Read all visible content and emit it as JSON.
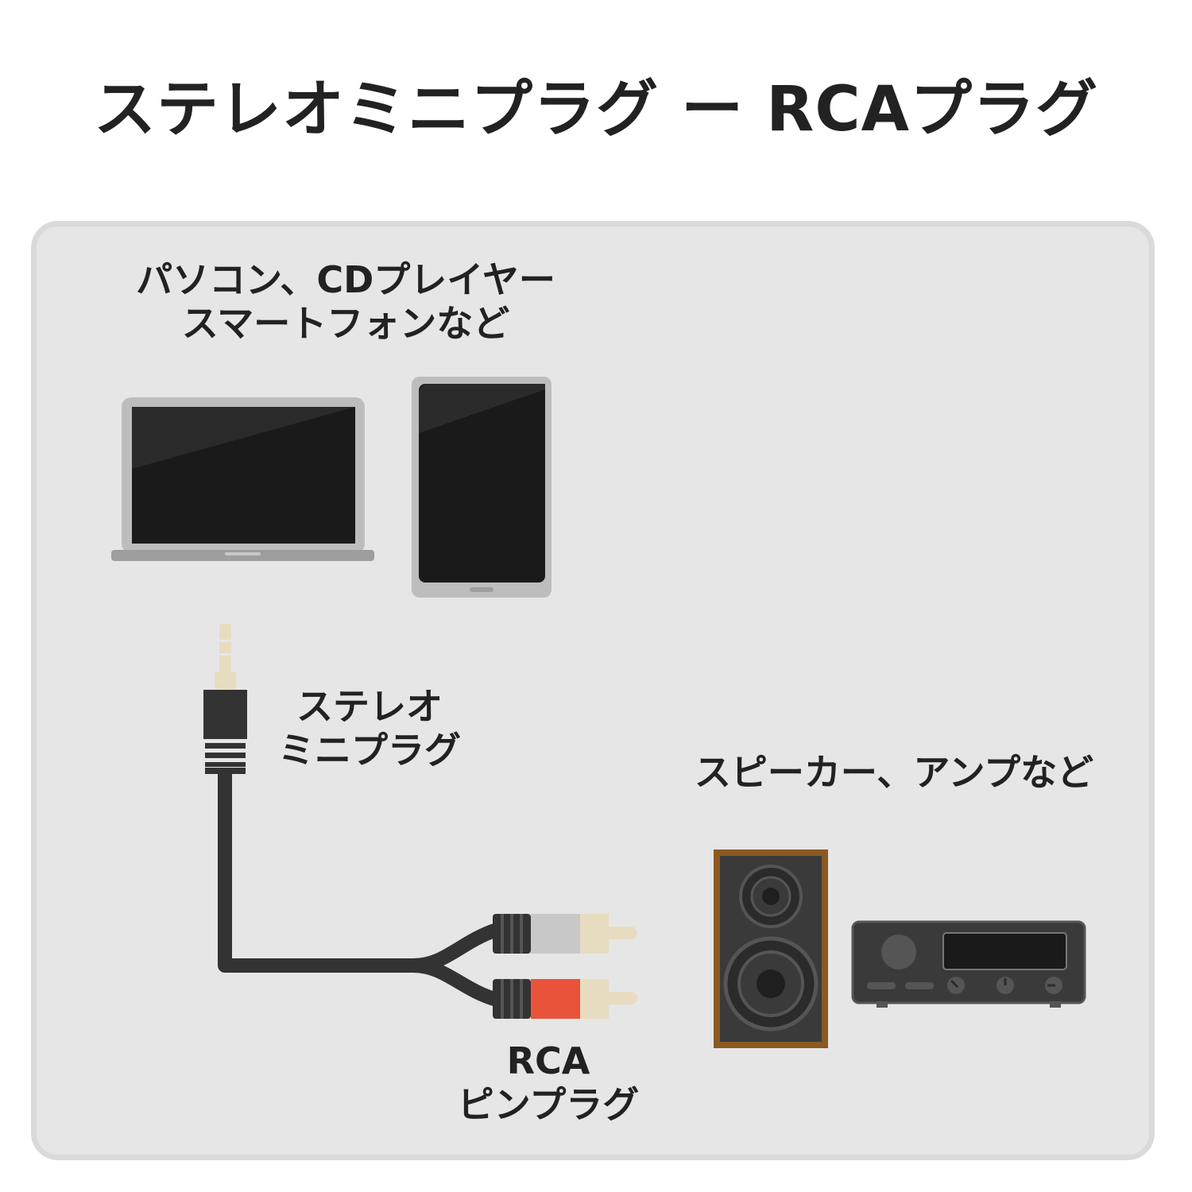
{
  "title": "ステレオミニプラグ ー RCAプラグ",
  "source_label": {
    "line1": "パソコン、CDプレイヤー",
    "line2": "スマートフォンなど"
  },
  "mini_plug_label": {
    "line1": "ステレオ",
    "line2": "ミニプラグ"
  },
  "output_label": {
    "line1": "スピーカー、アンプなど"
  },
  "rca_label": {
    "line1": "RCA",
    "line2": "ピンプラグ"
  },
  "colors": {
    "panel": "#e6e6e6",
    "cable": "#333333",
    "rca_white": "#c8c8c8",
    "rca_red": "#e8533a",
    "plug_gold": "#e8dcc0",
    "speaker_wood": "#8b5a22"
  },
  "icons": {
    "laptop": "laptop-icon",
    "tablet": "tablet-icon",
    "mini_plug": "stereo-mini-plug-icon",
    "rca_plugs": "rca-plug-icon",
    "speaker": "speaker-icon",
    "amplifier": "amplifier-icon"
  }
}
